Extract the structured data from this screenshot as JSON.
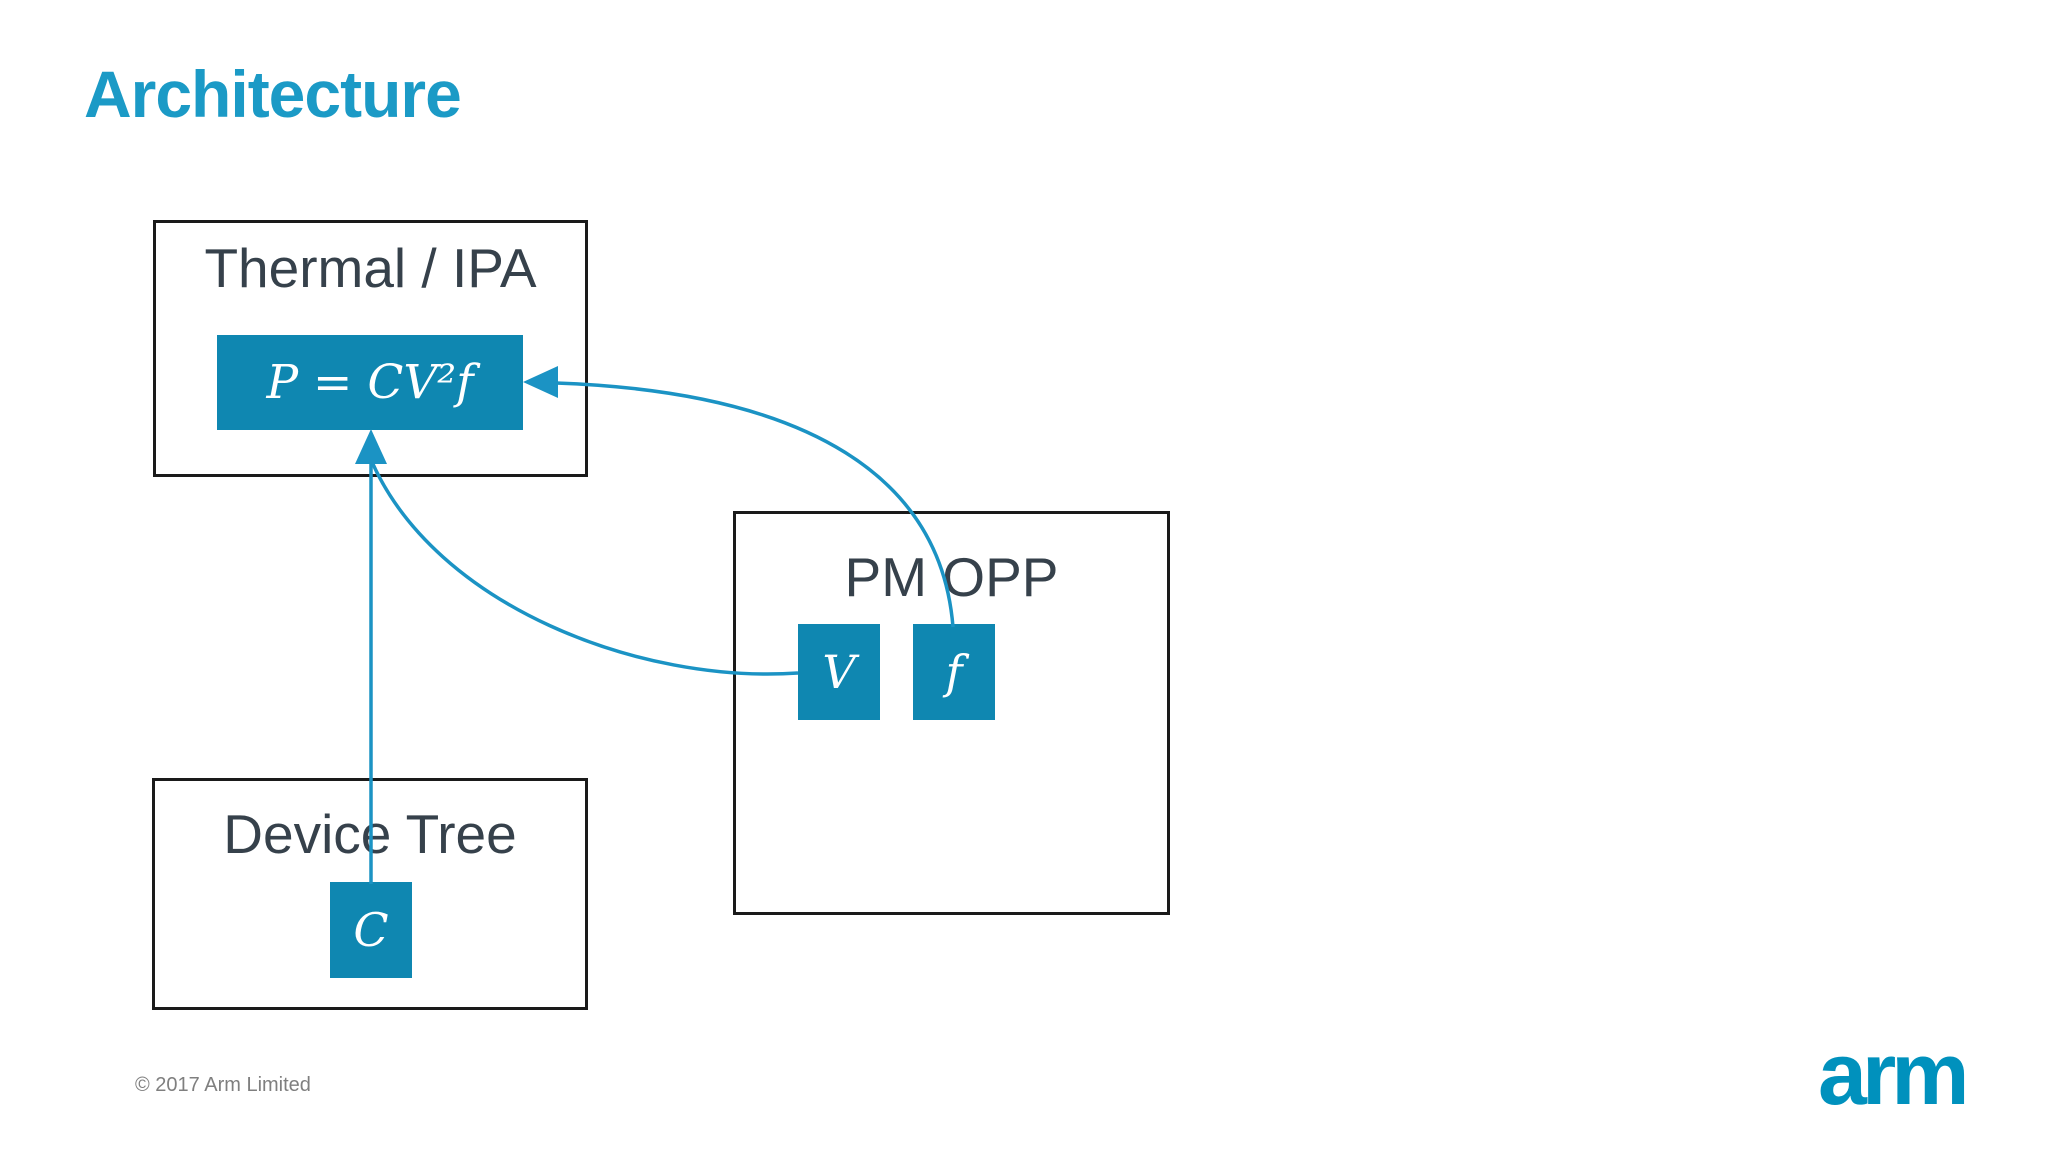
{
  "slide": {
    "title": "Architecture"
  },
  "diagram": {
    "thermal_box": {
      "title": "Thermal / IPA",
      "formula": "P = CV²f"
    },
    "pm_opp_box": {
      "title": "PM OPP",
      "chips": [
        {
          "label": "V"
        },
        {
          "label": "f"
        }
      ]
    },
    "device_tree_box": {
      "title": "Device Tree",
      "chips": [
        {
          "label": "C"
        }
      ]
    },
    "connections": [
      {
        "from": "C",
        "to": "P = CV²f",
        "shape": "straight-vertical",
        "arrow": "up-into-formula-bottom"
      },
      {
        "from": "V",
        "to": "P = CV²f",
        "shape": "curved",
        "arrow": "merges-into-formula-bottom-arrow"
      },
      {
        "from": "f",
        "to": "P = CV²f",
        "shape": "curved",
        "arrow": "left-into-formula-right-edge"
      }
    ]
  },
  "footer": {
    "copyright": "© 2017 Arm Limited",
    "logo_text": "arm"
  },
  "colors": {
    "accent_fill": "#0f87b1",
    "connector": "#1b93c4",
    "title_teal": "#1b9ac6",
    "box_border": "#1a1a1a",
    "box_text": "#36414b",
    "muted": "#7f7f7f",
    "logo_blue": "#0091bd",
    "background": "#ffffff"
  }
}
